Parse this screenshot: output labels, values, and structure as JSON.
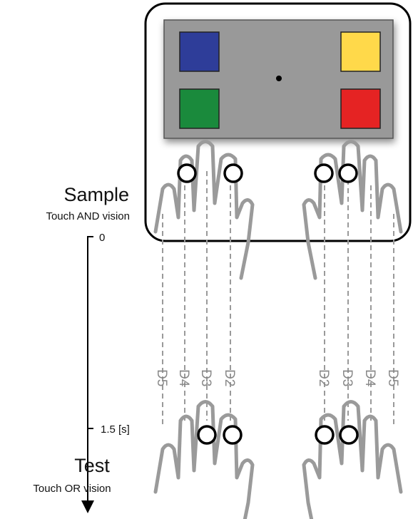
{
  "sample": {
    "title": "Sample",
    "subtitle": "Touch AND vision"
  },
  "test": {
    "title": "Test",
    "subtitle": "Touch OR vision"
  },
  "timeline": {
    "start_label": "0",
    "end_label": "1.5 [s]"
  },
  "digits": {
    "left": [
      "D5",
      "D4",
      "D3",
      "D2"
    ],
    "right": [
      "D2",
      "D3",
      "D4",
      "D5"
    ]
  },
  "screen": {
    "background_color": "#999999",
    "squares": [
      {
        "name": "blue-square",
        "color": "#2e3d99"
      },
      {
        "name": "yellow-square",
        "color": "#ffd94a"
      },
      {
        "name": "green-square",
        "color": "#1a8a3c"
      },
      {
        "name": "red-square",
        "color": "#e52323"
      }
    ]
  }
}
